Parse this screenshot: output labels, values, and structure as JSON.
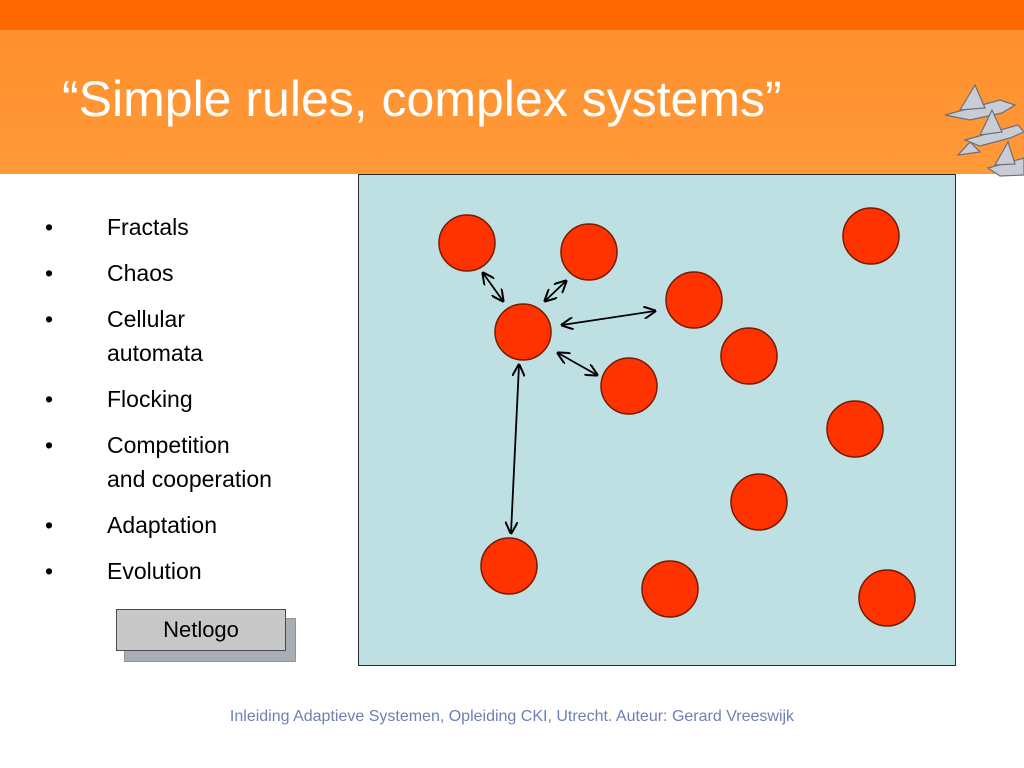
{
  "slide": {
    "title": "“Simple rules, complex systems”",
    "bullet_symbol": "•",
    "bullets": [
      {
        "lines": [
          "Fractals"
        ]
      },
      {
        "lines": [
          "Chaos"
        ]
      },
      {
        "lines": [
          "Cellular",
          "automata"
        ]
      },
      {
        "lines": [
          "Flocking"
        ]
      },
      {
        "lines": [
          "Competition",
          "and cooperation"
        ]
      },
      {
        "lines": [
          "Adaptation"
        ]
      },
      {
        "lines": [
          "Evolution"
        ]
      }
    ],
    "netlogo_button_label": "Netlogo",
    "footer": "Inleiding Adaptieve Systemen, Opleiding CKI, Utrecht.  Auteur: Gerard Vreeswijk"
  },
  "colors": {
    "header_orange": "#ff9a3a",
    "top_bar_orange": "#ff6a00",
    "panel_background": "#bfe0e3",
    "agent_fill": "#ff3300",
    "footer_text": "#6e7fb4"
  },
  "icons": {
    "logo": "flying-fish-logo"
  }
}
